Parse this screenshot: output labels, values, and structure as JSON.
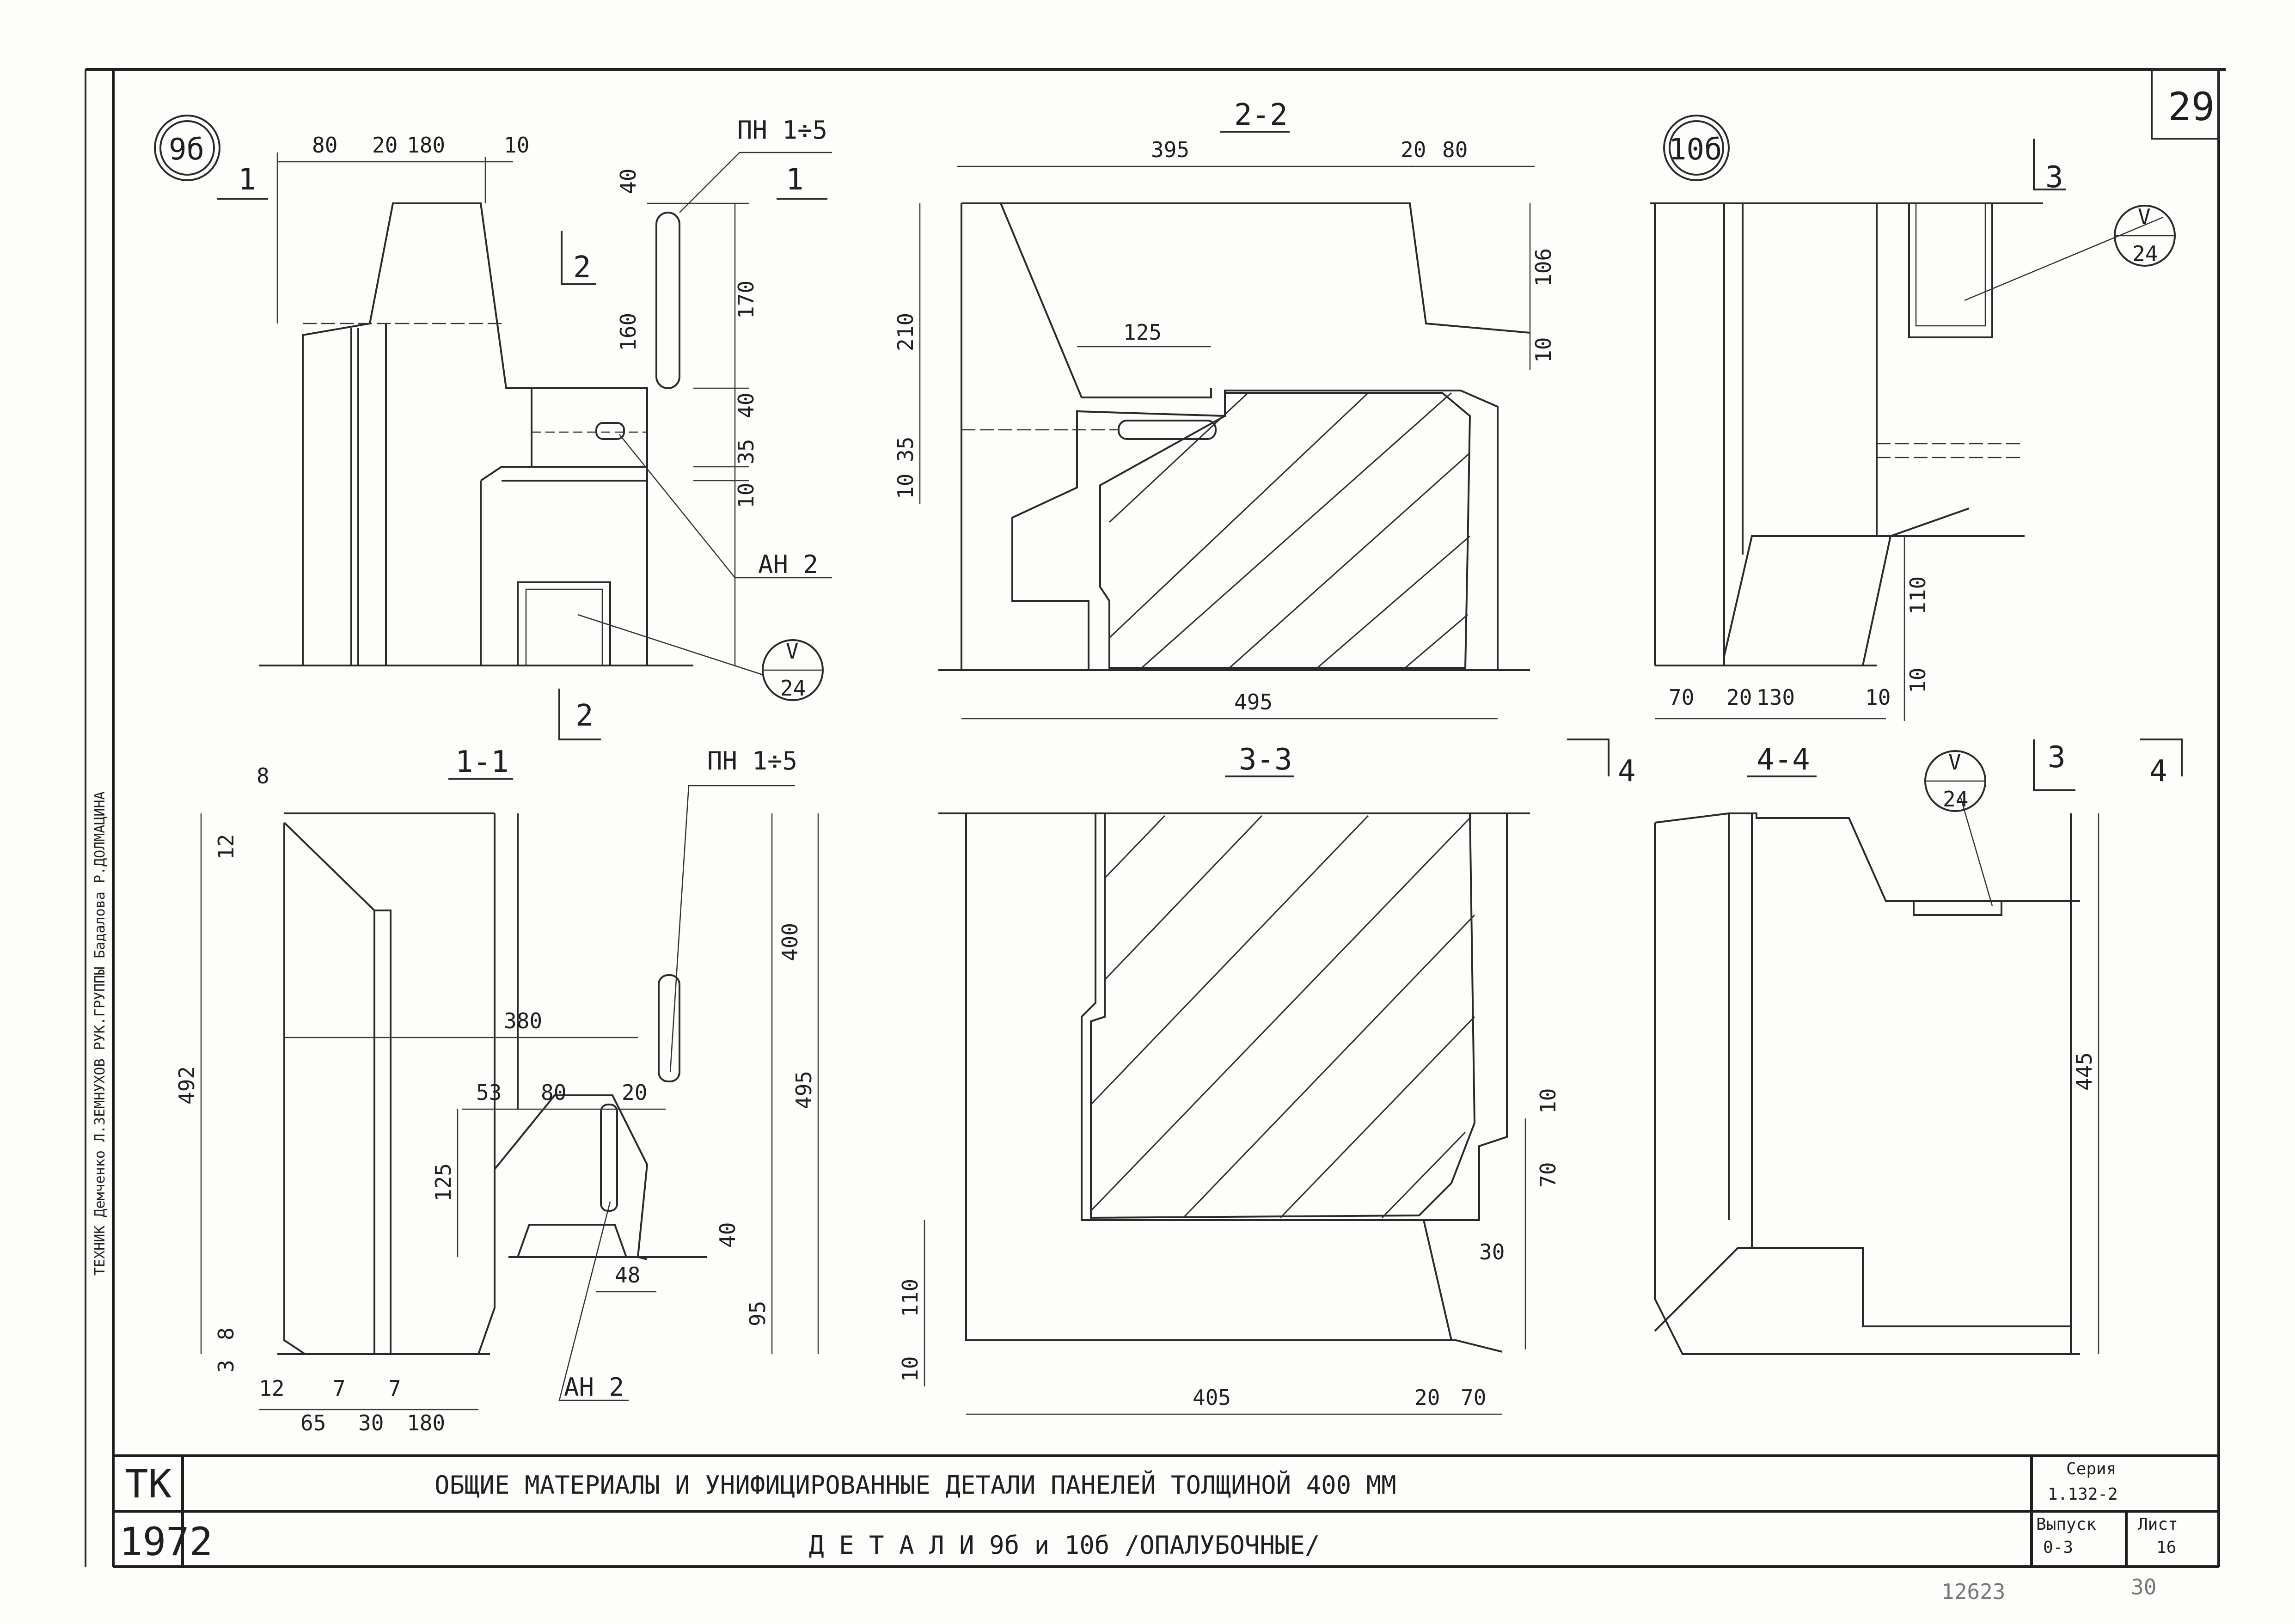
{
  "sheet": {
    "number": "29",
    "stamp": "12623",
    "stamp2": "30"
  },
  "title_block": {
    "org": "ТК",
    "year": "1972",
    "title1": "ОБЩИЕ МАТЕРИАЛЫ И УНИФИЦИРОВАННЫЕ ДЕТАЛИ ПАНЕЛЕЙ ТОЛЩИНОЙ 400 ММ",
    "title2": "Д Е Т А Л И  9б и 10б /ОПАЛУБОЧНЫЕ/",
    "series_label": "Серия",
    "series": "1.132-2",
    "issue_label": "Выпуск",
    "issue": "0-3",
    "sheet_label": "Лист",
    "sheet_no": "16"
  },
  "side_stamp": {
    "text": "ТЕХНИК  Демченко  Л.ЗЕМНУХОВ  РУК.ГРУППЫ  Бадалова  Р.ДОЛМАЦИНА"
  },
  "details": {
    "d9b": "9б",
    "d10b": "10б"
  },
  "sections": {
    "s11": "1-1",
    "s22": "2-2",
    "s33": "3-3",
    "s44": "4-4",
    "cut1": "1",
    "cut2": "2",
    "cut3": "3",
    "cut4": "4"
  },
  "labels": {
    "pn": "ПН 1÷5",
    "an": "АН 2",
    "ref_top": "V",
    "ref_bot": "24"
  },
  "dims": {
    "d80": "80",
    "d20": "20",
    "d180": "180",
    "d10": "10",
    "d40": "40",
    "d160": "160",
    "d170": "170",
    "d35": "35",
    "d395": "395",
    "d210": "210",
    "d125": "125",
    "d106": "106",
    "d495": "495",
    "d70": "70",
    "d130": "130",
    "d110": "110",
    "d8": "8",
    "d12": "12",
    "d492": "492",
    "d380": "380",
    "d53": "53",
    "d400": "400",
    "d48": "48",
    "d95": "95",
    "d3": "3",
    "d7": "7",
    "d65": "65",
    "d30": "30",
    "d405": "405",
    "d445": "445"
  }
}
